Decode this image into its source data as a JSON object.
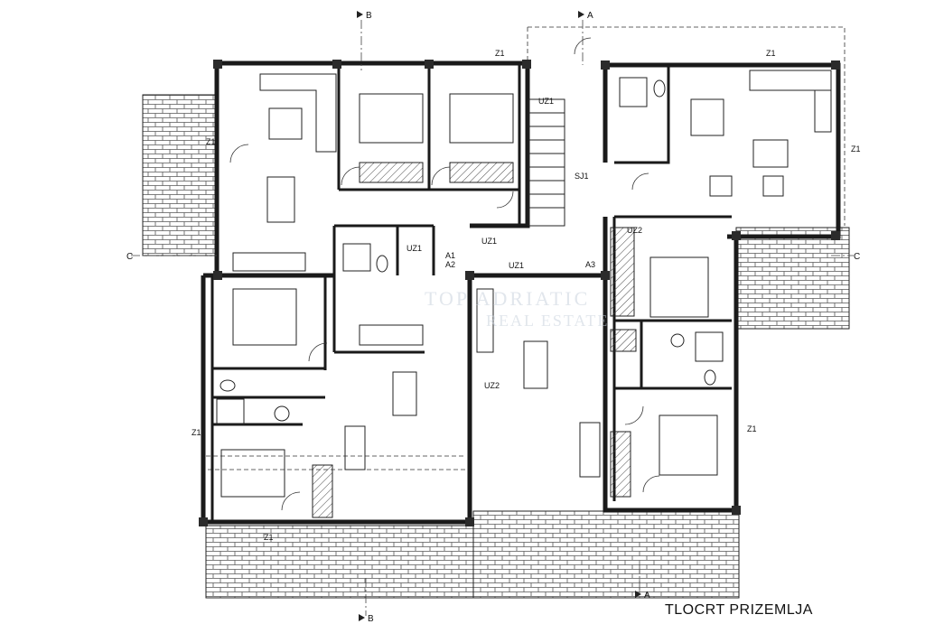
{
  "plan": {
    "title": "TLOCRT PRIZEMLJA",
    "section_marks": {
      "a": "A",
      "b": "B",
      "c": "C"
    },
    "stair_marks": {
      "a1": "A1",
      "a2": "A2",
      "a3": "A3",
      "sj1": "SJ1"
    },
    "window_marks": {
      "z1": "Z1",
      "uz1": "UZ1",
      "uz2": "UZ2"
    },
    "watermark": {
      "line1": "TOP ADRIATIC",
      "line2": "REAL ESTATE"
    },
    "colors": {
      "wall": "#1a1a1a",
      "column": "#2b2b2b",
      "paving": "#6b6b6b",
      "line": "#222222",
      "watermark": "#c9d2dd"
    }
  }
}
